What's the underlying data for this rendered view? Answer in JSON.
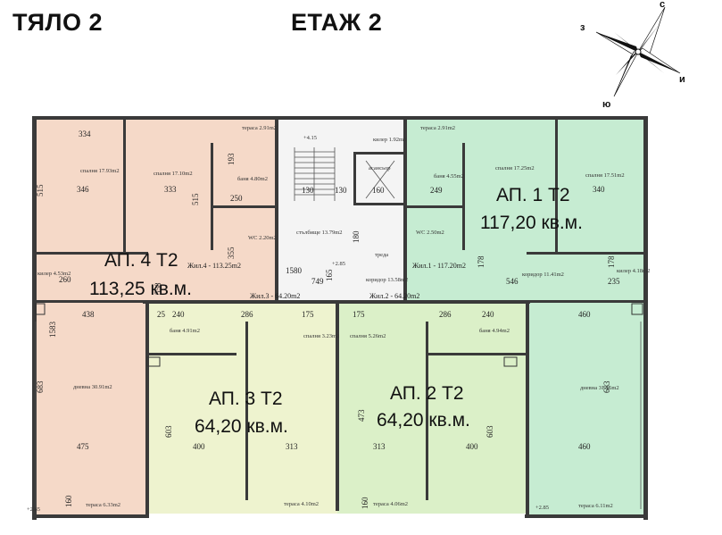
{
  "header": {
    "block": "ТЯЛО 2",
    "floor": "ЕТАЖ 2"
  },
  "compass": {
    "n": "с",
    "w": "з",
    "e": "и",
    "s": "ю"
  },
  "apartments": [
    {
      "id": "ap4",
      "title": "АП. 4 Т2",
      "area": "113,25 кв.м.",
      "color": "#f5d9c8"
    },
    {
      "id": "ap1",
      "title": "АП. 1 Т2",
      "area": "117,20 кв.м.",
      "color": "#c6ecd2"
    },
    {
      "id": "ap3",
      "title": "АП. 3 Т2",
      "area": "64,20 кв.м.",
      "color": "#eef3cf"
    },
    {
      "id": "ap2",
      "title": "АП. 2 Т2",
      "area": "64,20 кв.м.",
      "color": "#dbf0c8"
    }
  ],
  "rooms": {
    "r1": "спалня 17.93m2",
    "r2": "спалня 17.10m2",
    "r3": "баня 4.80m2",
    "r4": "WC 2.20m2",
    "r5": "дневна 30.91m2",
    "r6": "тераса 6.33m2",
    "r7": "спалня 17.25m2",
    "r8": "спалня 17.51m2",
    "r9": "баня 4.55m2",
    "r10": "WC 2.50m2",
    "r11": "коридор 11.41m2",
    "r12": "дневна 31.16m2",
    "r13": "тераса 6.11m2",
    "r14": "баня 4.91m2",
    "r15": "спалня 3.23m2",
    "r16": "баня 4.94m2",
    "r17": "спалня 5.26m2",
    "r18": "тераса 4.10m2",
    "r19": "тераса 4.06m2",
    "r20": "асансьор",
    "r21": "стълбище 13.79m2",
    "r22": "коридор 13.58m2",
    "r23": "килер 4.53m2",
    "r24": "килер 4.18m2",
    "r25": "килер 1.92m2",
    "r26": "тераса 2.91m2",
    "r27": "тераса 2.91m2"
  },
  "labels": {
    "zh4": "Жил.4 - 113.25m2",
    "zh1": "Жил.1 - 117.20m2",
    "zh3": "Жил.3 - 64.20m2",
    "zh2": "Жил.2 - 64.20m2",
    "elev1": "+4.15",
    "elev2": "+2.85",
    "elev3": "+2.85",
    "elev4": "+2.85",
    "treda": "треда"
  },
  "dims": {
    "d334": "334",
    "d346": "346",
    "d333": "333",
    "d515a": "515",
    "d515b": "515",
    "d250": "250",
    "d193": "193",
    "d355": "355",
    "d260": "260",
    "d438": "438",
    "d558": "558",
    "d1583": "1583",
    "d683a": "683",
    "d475": "475",
    "d160a": "160",
    "d1580": "1580",
    "d749": "749",
    "d165": "165",
    "d130a": "130",
    "d130b": "130",
    "d160b": "160",
    "d249": "249",
    "d340": "340",
    "d546": "546",
    "d235": "235",
    "d178a": "178",
    "d178b": "178",
    "d460a": "460",
    "d683b": "683",
    "d460b": "460",
    "d240a": "240",
    "d286a": "286",
    "d175a": "175",
    "d175b": "175",
    "d286b": "286",
    "d240b": "240",
    "d400a": "400",
    "d313a": "313",
    "d313b": "313",
    "d400b": "400",
    "d603a": "603",
    "d603b": "603",
    "d473": "473",
    "d160c": "160",
    "d180": "180",
    "d25": "25"
  }
}
